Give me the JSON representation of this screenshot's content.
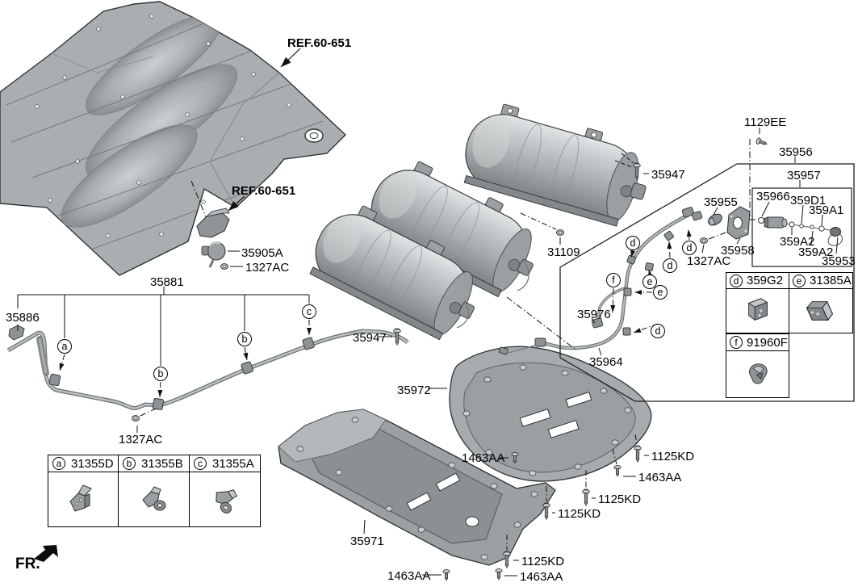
{
  "page": {
    "background": "#ffffff",
    "line_color": "#111111",
    "metal_gray": "#a6abad"
  },
  "fr_indicator": {
    "label": "FR.",
    "icon": "front-direction-arrow"
  },
  "ref_callouts": [
    {
      "text": "REF.60-651"
    },
    {
      "text": "REF.60-651"
    }
  ],
  "part_labels": [
    {
      "id": "35905A",
      "text": "35905A"
    },
    {
      "id": "1327AC-1",
      "text": "1327AC"
    },
    {
      "id": "35881",
      "text": "35881"
    },
    {
      "id": "35886",
      "text": "35886"
    },
    {
      "id": "1327AC-2",
      "text": "1327AC"
    },
    {
      "id": "35947-L",
      "text": "35947"
    },
    {
      "id": "35972",
      "text": "35972"
    },
    {
      "id": "31109",
      "text": "31109"
    },
    {
      "id": "35947-R",
      "text": "35947"
    },
    {
      "id": "1129EE",
      "text": "1129EE"
    },
    {
      "id": "35956",
      "text": "35956"
    },
    {
      "id": "35957",
      "text": "35957"
    },
    {
      "id": "35966",
      "text": "35966"
    },
    {
      "id": "359D1",
      "text": "359D1"
    },
    {
      "id": "359A1",
      "text": "359A1"
    },
    {
      "id": "35955",
      "text": "35955"
    },
    {
      "id": "359A2-1",
      "text": "359A2"
    },
    {
      "id": "359A2-2",
      "text": "359A2"
    },
    {
      "id": "35958",
      "text": "35958"
    },
    {
      "id": "1327AC-3",
      "text": "1327AC"
    },
    {
      "id": "35953",
      "text": "35953"
    },
    {
      "id": "35976",
      "text": "35976"
    },
    {
      "id": "35964",
      "text": "35964"
    },
    {
      "id": "1463AA-1",
      "text": "1463AA"
    },
    {
      "id": "1125KD-1",
      "text": "1125KD"
    },
    {
      "id": "1463AA-2",
      "text": "1463AA"
    },
    {
      "id": "1125KD-2",
      "text": "1125KD"
    },
    {
      "id": "1125KD-3",
      "text": "1125KD"
    },
    {
      "id": "35971",
      "text": "35971"
    },
    {
      "id": "1125KD-4",
      "text": "1125KD"
    },
    {
      "id": "1463AA-3",
      "text": "1463AA"
    },
    {
      "id": "1463AA-4",
      "text": "1463AA"
    }
  ],
  "callout_circles": [
    {
      "letter": "a"
    },
    {
      "letter": "b"
    },
    {
      "letter": "b"
    },
    {
      "letter": "c"
    },
    {
      "letter": "d"
    },
    {
      "letter": "d"
    },
    {
      "letter": "d"
    },
    {
      "letter": "d"
    },
    {
      "letter": "e"
    },
    {
      "letter": "e"
    },
    {
      "letter": "f"
    }
  ],
  "legend_abc": {
    "columns": [
      {
        "letter": "a",
        "part_no": "31355D"
      },
      {
        "letter": "b",
        "part_no": "31355B"
      },
      {
        "letter": "c",
        "part_no": "31355A"
      }
    ]
  },
  "legend_def": {
    "cells": [
      {
        "letter": "d",
        "part_no": "359G2"
      },
      {
        "letter": "e",
        "part_no": "31385A"
      },
      {
        "letter": "f",
        "part_no": "91960F"
      }
    ]
  }
}
